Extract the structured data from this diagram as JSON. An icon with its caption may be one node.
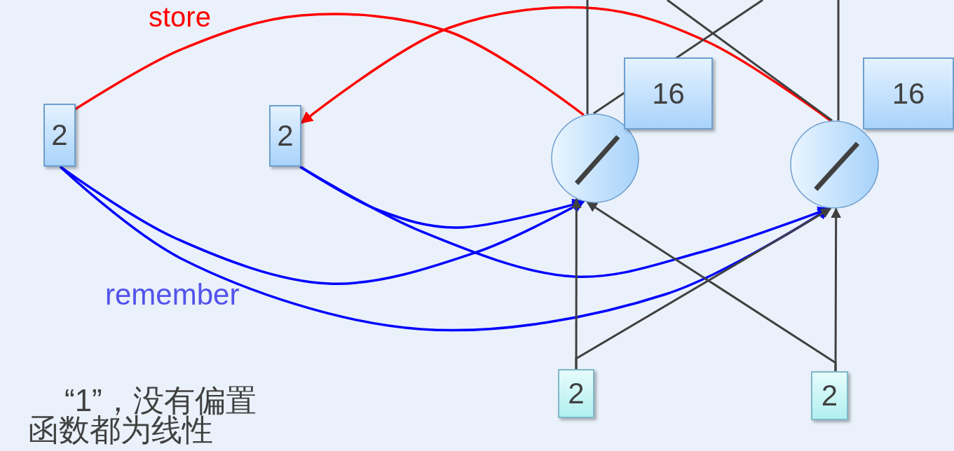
{
  "diagram": {
    "nodes": [
      {
        "text": [
          "16"
        ]
      },
      {
        "text": [
          "16"
        ]
      },
      {
        "text": [
          "2"
        ]
      },
      {
        "text": [
          "2"
        ]
      },
      {
        "text": [],
        "shape": "circle"
      },
      {
        "text": [],
        "shape": "circle"
      },
      {
        "text": [
          "2"
        ]
      },
      {
        "text": [
          "2"
        ]
      }
    ],
    "edges": [
      {
        "from": 2,
        "to": 4,
        "arrow": "none",
        "color": "#ff0000"
      },
      {
        "from": 5,
        "to": 3,
        "arrow": "to",
        "color": "#ff0000"
      },
      {
        "from": 2,
        "to": 4,
        "arrow": "to",
        "color": "#0000ff"
      },
      {
        "from": 2,
        "to": 5,
        "arrow": "to",
        "color": "#0000ff"
      },
      {
        "from": 3,
        "to": 4,
        "arrow": "to",
        "color": "#0000ff"
      },
      {
        "from": 3,
        "to": 5,
        "arrow": "to",
        "color": "#0000ff"
      },
      {
        "from": 6,
        "to": 4,
        "arrow": "to"
      },
      {
        "from": 6,
        "to": 5,
        "arrow": "to"
      },
      {
        "from": 7,
        "to": 4,
        "arrow": "to"
      },
      {
        "from": 7,
        "to": 5,
        "arrow": "to"
      },
      {
        "from": 4,
        "to": null,
        "arrow": "none"
      },
      {
        "from": 4,
        "to": null,
        "arrow": "none"
      },
      {
        "from": 5,
        "to": null,
        "arrow": "none"
      },
      {
        "from": 5,
        "to": null,
        "arrow": "none"
      }
    ],
    "labels": [
      "store",
      "remember",
      "“1”，没有偏置",
      "函数都为线性"
    ]
  }
}
